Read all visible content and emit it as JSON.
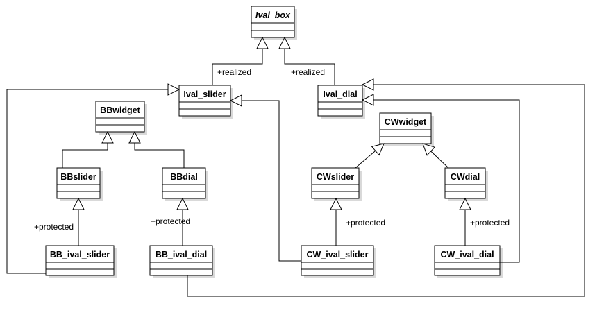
{
  "classes": {
    "ival_box": {
      "name": "Ival_box",
      "abstract": true
    },
    "ival_slider": {
      "name": "Ival_slider"
    },
    "ival_dial": {
      "name": "Ival_dial"
    },
    "bbwidget": {
      "name": "BBwidget"
    },
    "bbslider": {
      "name": "BBslider"
    },
    "bbdial": {
      "name": "BBdial"
    },
    "cwwidget": {
      "name": "CWwidget"
    },
    "cwslider": {
      "name": "CWslider"
    },
    "cwdial": {
      "name": "CWdial"
    },
    "bb_ival_slider": {
      "name": "BB_ival_slider"
    },
    "bb_ival_dial": {
      "name": "BB_ival_dial"
    },
    "cw_ival_slider": {
      "name": "CW_ival_slider"
    },
    "cw_ival_dial": {
      "name": "CW_ival_dial"
    }
  },
  "relations": [
    {
      "from": "ival_slider",
      "to": "ival_box",
      "type": "generalization",
      "label": "+realized"
    },
    {
      "from": "ival_dial",
      "to": "ival_box",
      "type": "generalization",
      "label": "+realized"
    },
    {
      "from": "bbslider",
      "to": "bbwidget",
      "type": "generalization",
      "label": ""
    },
    {
      "from": "bbdial",
      "to": "bbwidget",
      "type": "generalization",
      "label": ""
    },
    {
      "from": "cwslider",
      "to": "cwwidget",
      "type": "generalization",
      "label": ""
    },
    {
      "from": "cwdial",
      "to": "cwwidget",
      "type": "generalization",
      "label": ""
    },
    {
      "from": "bb_ival_slider",
      "to": "bbslider",
      "type": "generalization",
      "label": "+protected"
    },
    {
      "from": "bb_ival_dial",
      "to": "bbdial",
      "type": "generalization",
      "label": "+protected"
    },
    {
      "from": "cw_ival_slider",
      "to": "cwslider",
      "type": "generalization",
      "label": "+protected"
    },
    {
      "from": "cw_ival_dial",
      "to": "cwdial",
      "type": "generalization",
      "label": "+protected"
    },
    {
      "from": "bb_ival_slider",
      "to": "ival_slider",
      "type": "generalization",
      "label": ""
    },
    {
      "from": "cw_ival_slider",
      "to": "ival_slider",
      "type": "generalization",
      "label": ""
    },
    {
      "from": "bb_ival_dial",
      "to": "ival_dial",
      "type": "generalization",
      "label": ""
    },
    {
      "from": "cw_ival_dial",
      "to": "ival_dial",
      "type": "generalization",
      "label": ""
    }
  ]
}
